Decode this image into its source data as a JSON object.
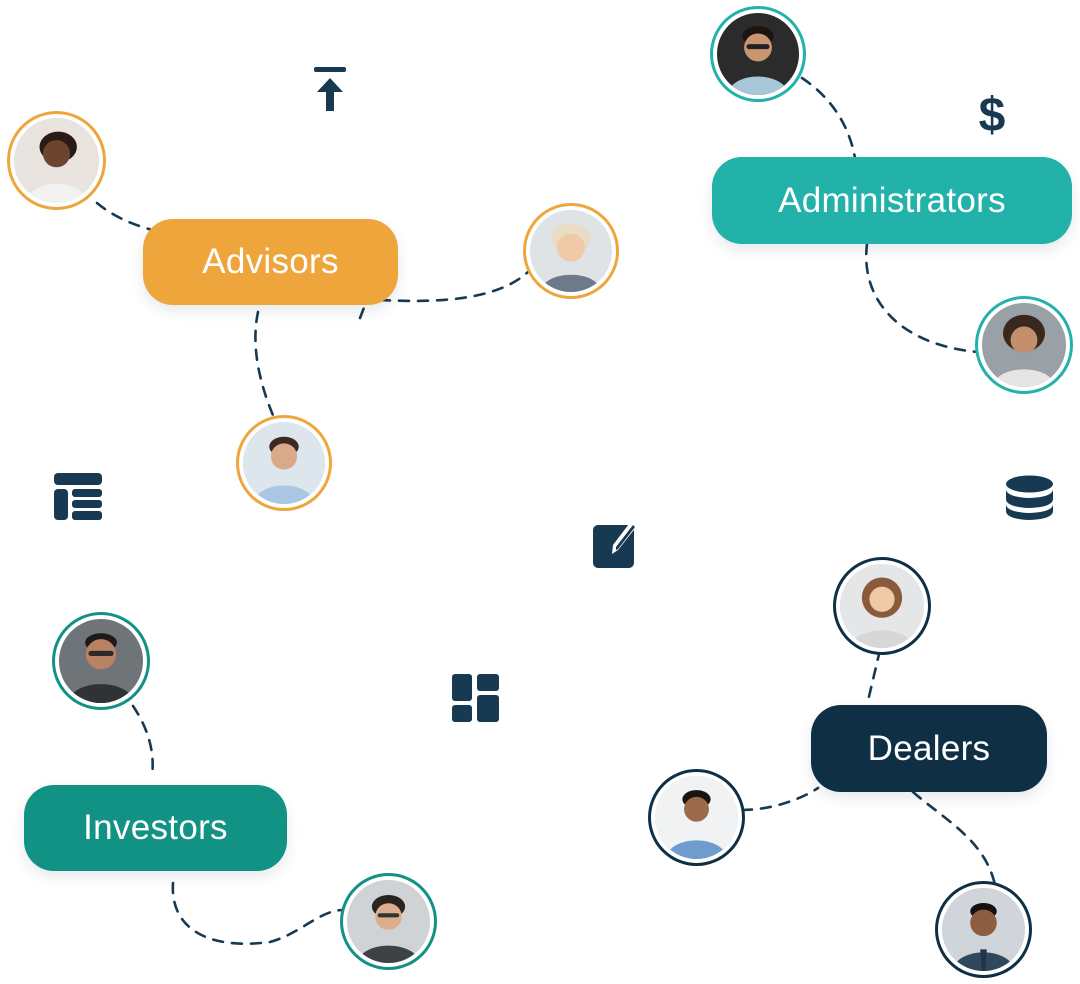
{
  "groups": {
    "advisors": {
      "label": "Advisors",
      "color": "#eea53c"
    },
    "administrators": {
      "label": "Administrators",
      "color": "#22b2aa"
    },
    "investors": {
      "label": "Investors",
      "color": "#119284"
    },
    "dealers": {
      "label": "Dealers",
      "color": "#0f2f45"
    }
  },
  "colors": {
    "connector": "#173a52",
    "icon": "#173a52"
  },
  "icons": {
    "upload": "upload-icon",
    "dollar": {
      "name": "dollar-icon",
      "glyph": "$"
    },
    "table": "table-layout-icon",
    "edit": "edit-icon",
    "dashboard": "dashboard-icon",
    "database": "database-icon"
  }
}
